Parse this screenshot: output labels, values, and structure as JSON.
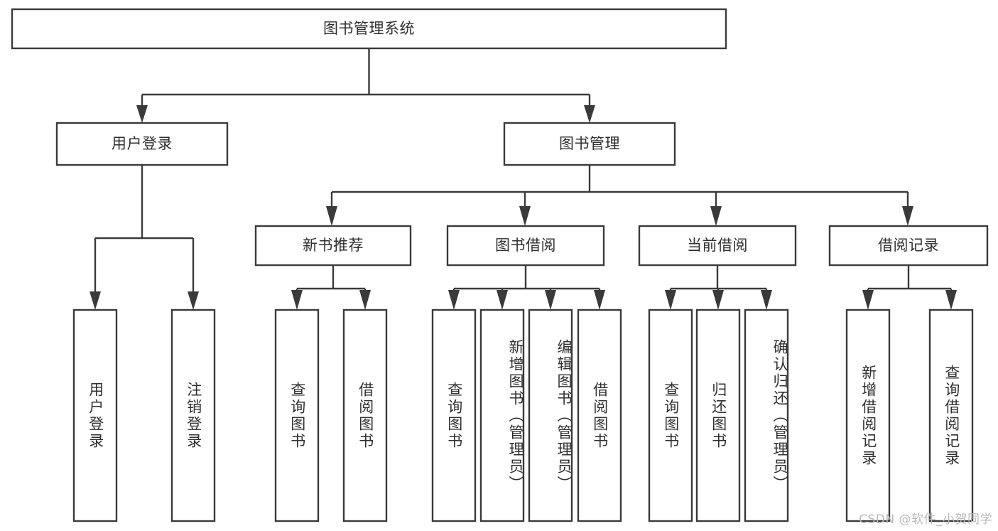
{
  "diagram": {
    "title": "图书管理系统",
    "type": "hierarchy-tree",
    "watermark": "CSDN @软件_小贺同学",
    "colors": {
      "stroke": "#3a3a3a",
      "box_fill": "#ffffff",
      "text": "#2f2f2f",
      "background": "#ffffff",
      "watermark": "#b9b9b9"
    },
    "levels": {
      "root": "图书管理系统",
      "level2": [
        "用户登录",
        "图书管理"
      ],
      "level3": [
        "新书推荐",
        "图书借阅",
        "当前借阅",
        "借阅记录"
      ]
    },
    "nodes": {
      "root": {
        "label": "图书管理系统",
        "orientation": "horizontal"
      },
      "user_login": {
        "label": "用户登录",
        "orientation": "horizontal"
      },
      "book_manage": {
        "label": "图书管理",
        "orientation": "horizontal"
      },
      "new_book_rec": {
        "label": "新书推荐",
        "orientation": "horizontal"
      },
      "book_borrow": {
        "label": "图书借阅",
        "orientation": "horizontal"
      },
      "current_borrow": {
        "label": "当前借阅",
        "orientation": "horizontal"
      },
      "borrow_record": {
        "label": "借阅记录",
        "orientation": "horizontal"
      },
      "leaf_user_login": {
        "label": "用户登录",
        "orientation": "vertical"
      },
      "leaf_logout": {
        "label": "注销登录",
        "orientation": "vertical"
      },
      "leaf_query_book_1": {
        "label": "查询图书",
        "orientation": "vertical"
      },
      "leaf_borrow_book_1": {
        "label": "借阅图书",
        "orientation": "vertical"
      },
      "leaf_query_book_2": {
        "label": "查询图书",
        "orientation": "vertical"
      },
      "leaf_add_book": {
        "label": "新增图书（管理员）",
        "orientation": "vertical"
      },
      "leaf_edit_book": {
        "label": "编辑图书（管理员）",
        "orientation": "vertical"
      },
      "leaf_borrow_book_2": {
        "label": "借阅图书",
        "orientation": "vertical"
      },
      "leaf_query_book_3": {
        "label": "查询图书",
        "orientation": "vertical"
      },
      "leaf_return_book": {
        "label": "归还图书",
        "orientation": "vertical"
      },
      "leaf_confirm_return": {
        "label": "确认归还（管理员）",
        "orientation": "vertical"
      },
      "leaf_add_record": {
        "label": "新增借阅记录",
        "orientation": "vertical"
      },
      "leaf_query_record": {
        "label": "查询借阅记录",
        "orientation": "vertical"
      }
    },
    "edges": [
      {
        "from": "图书管理系统",
        "to": "用户登录"
      },
      {
        "from": "图书管理系统",
        "to": "图书管理"
      },
      {
        "from": "用户登录",
        "to": "用户登录"
      },
      {
        "from": "用户登录",
        "to": "注销登录"
      },
      {
        "from": "图书管理",
        "to": "新书推荐"
      },
      {
        "from": "图书管理",
        "to": "图书借阅"
      },
      {
        "from": "图书管理",
        "to": "当前借阅"
      },
      {
        "from": "图书管理",
        "to": "借阅记录"
      },
      {
        "from": "新书推荐",
        "to": "查询图书"
      },
      {
        "from": "新书推荐",
        "to": "借阅图书"
      },
      {
        "from": "图书借阅",
        "to": "查询图书"
      },
      {
        "from": "图书借阅",
        "to": "新增图书（管理员）"
      },
      {
        "from": "图书借阅",
        "to": "编辑图书（管理员）"
      },
      {
        "from": "图书借阅",
        "to": "借阅图书"
      },
      {
        "from": "当前借阅",
        "to": "查询图书"
      },
      {
        "from": "当前借阅",
        "to": "归还图书"
      },
      {
        "from": "当前借阅",
        "to": "确认归还（管理员）"
      },
      {
        "from": "借阅记录",
        "to": "新增借阅记录"
      },
      {
        "from": "借阅记录",
        "to": "查询借阅记录"
      }
    ]
  }
}
